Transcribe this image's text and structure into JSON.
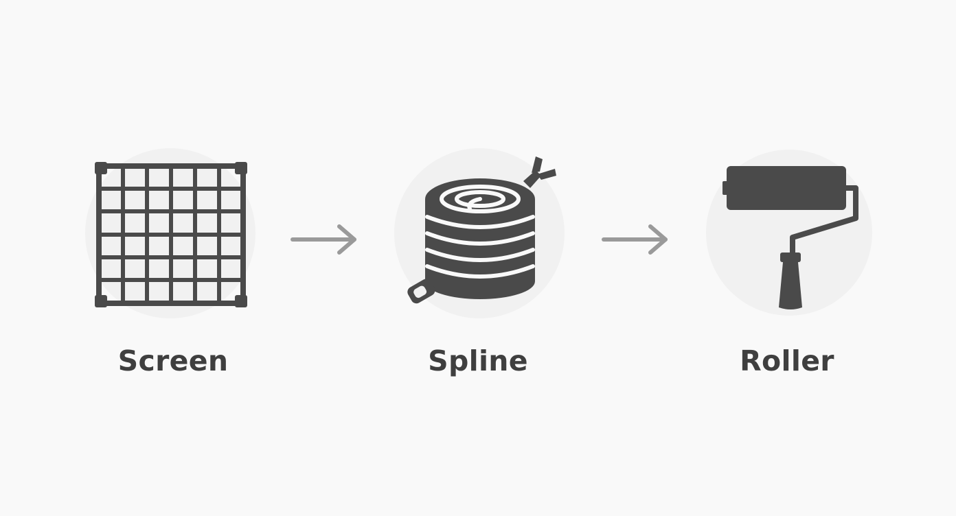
{
  "steps": [
    {
      "label": "Screen",
      "icon": "window-screen-icon"
    },
    {
      "label": "Spline",
      "icon": "spline-coil-icon"
    },
    {
      "label": "Roller",
      "icon": "spline-roller-icon"
    }
  ],
  "arrows": [
    {
      "icon": "arrow-right-icon"
    },
    {
      "icon": "arrow-right-icon"
    }
  ],
  "colors": {
    "icon": "#4a4a4a",
    "text": "#3f3f3f",
    "arrow": "#9a9a9a",
    "circle": "#f1f1f1",
    "background": "#f9f9f9"
  }
}
